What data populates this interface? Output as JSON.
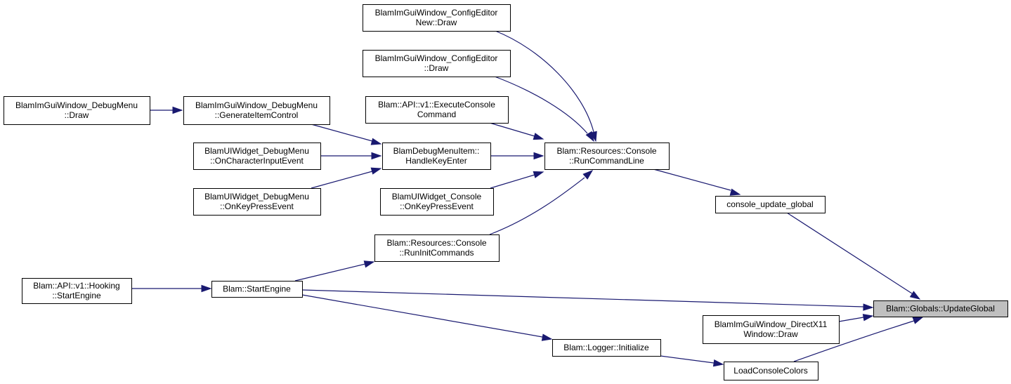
{
  "diagram": {
    "colors": {
      "edge": "#191970",
      "root_fill": "#bfbfbf",
      "node_fill": "#ffffff",
      "border": "#000000"
    },
    "nodes": {
      "configeditor_new_draw": {
        "lines": [
          "BlamImGuiWindow_ConfigEditor",
          "New::Draw"
        ]
      },
      "configeditor_draw": {
        "lines": [
          "BlamImGuiWindow_ConfigEditor",
          "::Draw"
        ]
      },
      "debugmenu_draw": {
        "lines": [
          "BlamImGuiWindow_DebugMenu",
          "::Draw"
        ]
      },
      "debugmenu_generate": {
        "lines": [
          "BlamImGuiWindow_DebugMenu",
          "::GenerateItemControl"
        ]
      },
      "api_execute_console": {
        "lines": [
          "Blam::API::v1::ExecuteConsole",
          "Command"
        ]
      },
      "widget_debugmenu_char": {
        "lines": [
          "BlamUIWidget_DebugMenu",
          "::OnCharacterInputEvent"
        ]
      },
      "debugmenuitem_handlekey": {
        "lines": [
          "BlamDebugMenuItem::",
          "HandleKeyEnter"
        ]
      },
      "console_runcommandline": {
        "lines": [
          "Blam::Resources::Console",
          "::RunCommandLine"
        ]
      },
      "widget_debugmenu_keypress": {
        "lines": [
          "BlamUIWidget_DebugMenu",
          "::OnKeyPressEvent"
        ]
      },
      "widget_console_keypress": {
        "lines": [
          "BlamUIWidget_Console",
          "::OnKeyPressEvent"
        ]
      },
      "console_update_global": {
        "lines": [
          "console_update_global"
        ]
      },
      "console_runinit": {
        "lines": [
          "Blam::Resources::Console",
          "::RunInitCommands"
        ]
      },
      "api_hooking_start": {
        "lines": [
          "Blam::API::v1::Hooking",
          "::StartEngine"
        ]
      },
      "startengine": {
        "lines": [
          "Blam::StartEngine"
        ]
      },
      "globals_updateglobal": {
        "lines": [
          "Blam::Globals::UpdateGlobal"
        ]
      },
      "directx11_draw": {
        "lines": [
          "BlamImGuiWindow_DirectX11",
          "Window::Draw"
        ]
      },
      "logger_initialize": {
        "lines": [
          "Blam::Logger::Initialize"
        ]
      },
      "loadconsolecolors": {
        "lines": [
          "LoadConsoleColors"
        ]
      }
    }
  }
}
